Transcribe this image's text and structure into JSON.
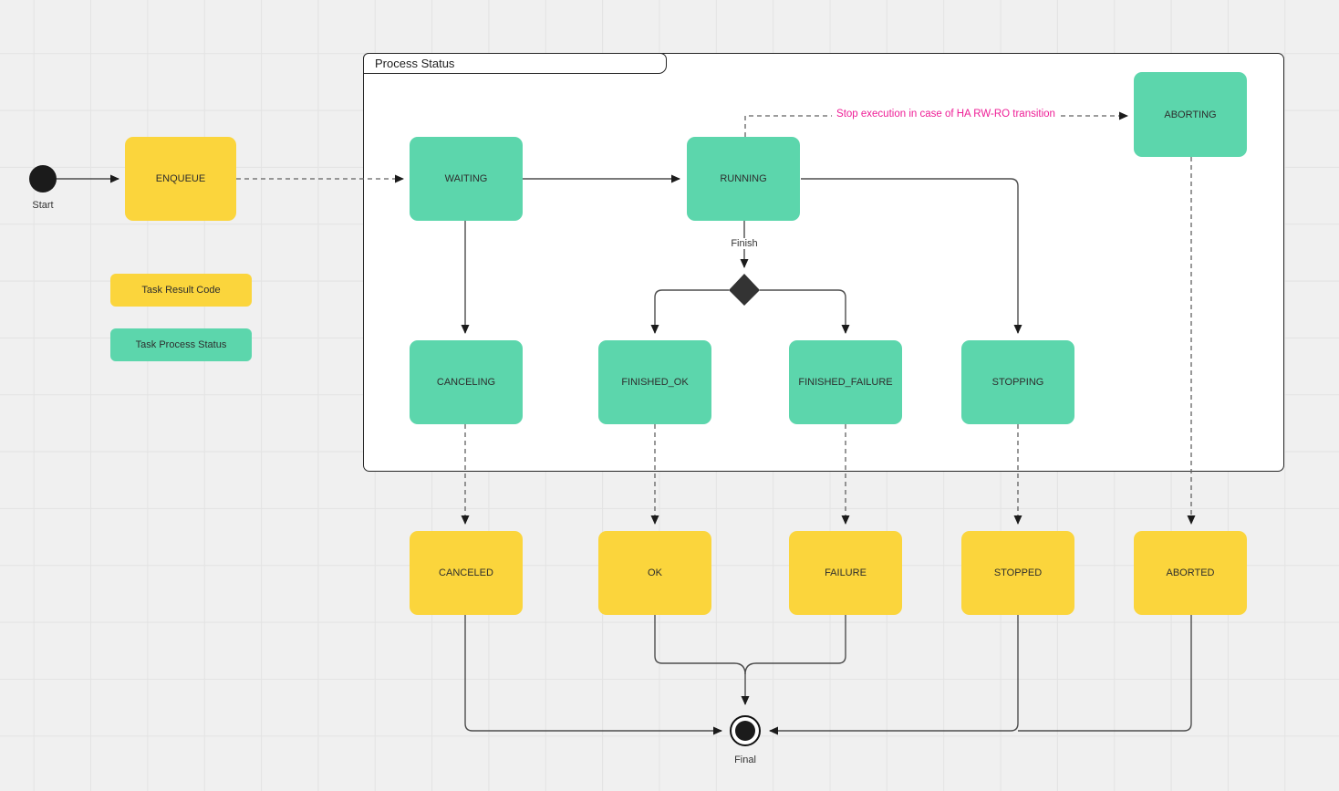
{
  "diagram": {
    "container": {
      "title": "Process Status"
    },
    "labels": {
      "start": "Start",
      "final": "Final",
      "finish": "Finish",
      "abort_note": "Stop execution in case of HA RW-RO transition"
    },
    "legend": {
      "result_code": "Task Result Code",
      "process_status": "Task Process Status"
    },
    "nodes": {
      "enqueue": "ENQUEUE",
      "waiting": "WAITING",
      "running": "RUNNING",
      "aborting": "ABORTING",
      "canceling": "CANCELING",
      "finished_ok": "FINISHED_OK",
      "finished_failure": "FINISHED_FAILURE",
      "stopping": "STOPPING",
      "canceled": "CANCELED",
      "ok": "OK",
      "failure": "FAILURE",
      "stopped": "STOPPED",
      "aborted": "ABORTED"
    },
    "colors": {
      "process_status_green": "#5cd6ac",
      "result_code_yellow": "#fbd53c",
      "note_pink": "#ee1e96",
      "canvas_gray": "#f0f0f0",
      "edge_dark": "#4d4d4d"
    }
  }
}
